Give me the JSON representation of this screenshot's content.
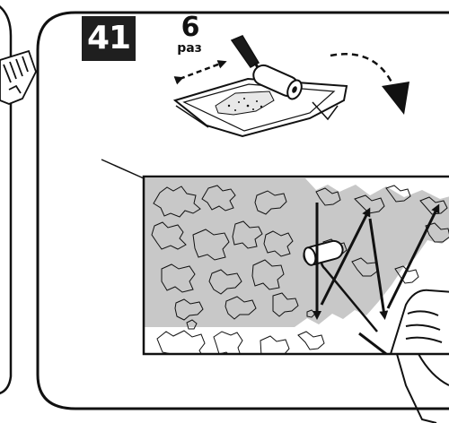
{
  "step": {
    "number": "41"
  },
  "repeat": {
    "count": "6",
    "unit": "раз"
  },
  "icons": {
    "tray": "paint-tray-icon",
    "roller": "paint-roller-icon",
    "back_forth": "double-arrow-icon",
    "transfer": "curved-arrow-icon",
    "zigzag": "zigzag-arrow-icon"
  },
  "colors": {
    "ink": "#111111",
    "paint_band": "#c8c8c8",
    "badge": "#1f1f1f"
  }
}
